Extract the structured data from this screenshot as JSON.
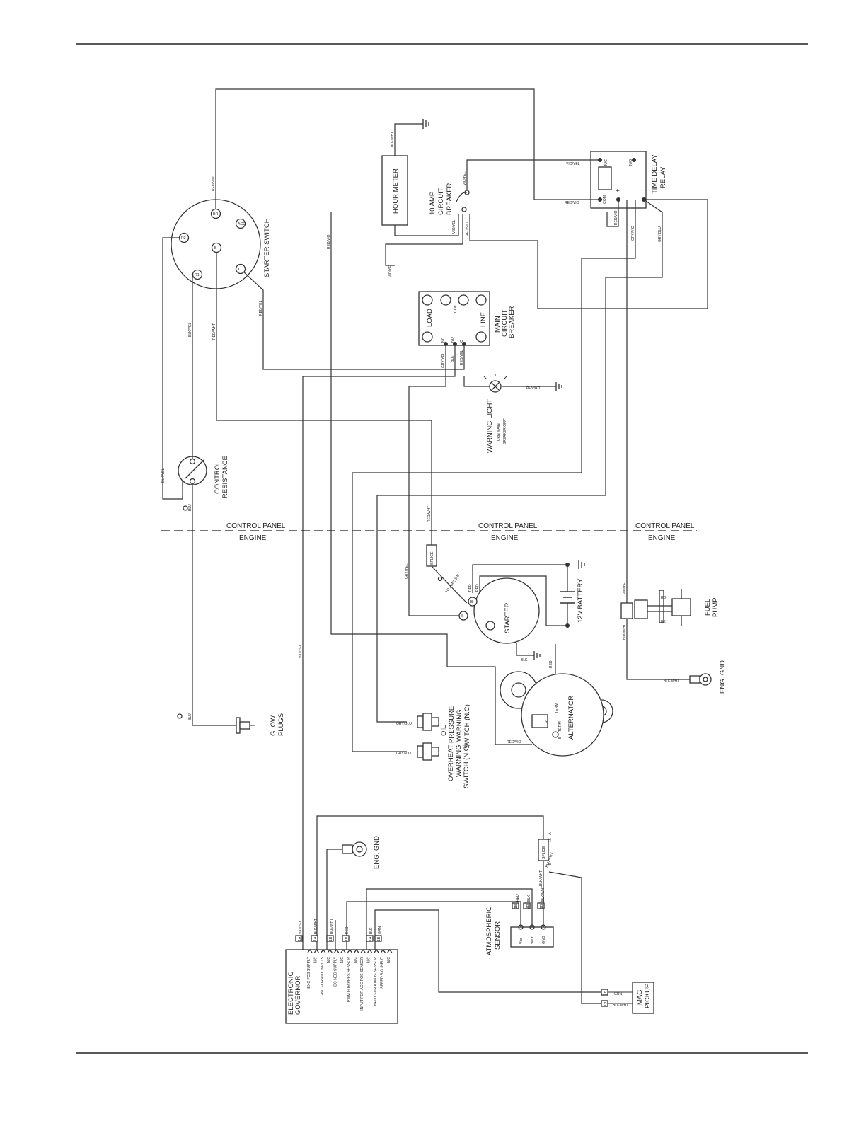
{
  "labels": {
    "starter_switch": "STARTER SWITCH",
    "hour_meter": "HOUR METER",
    "circuit_breaker_10a": [
      "10 AMP",
      "CIRCUIT",
      "BREAKER"
    ],
    "time_delay_relay": [
      "TIME DELAY",
      "RELAY"
    ],
    "main_circuit_breaker": [
      "MAIN",
      "CIRCUIT",
      "BREAKER"
    ],
    "warning_light": [
      "WARNING LIGHT",
      "\"TURN MAIN",
      "BREAKER OFF\""
    ],
    "control_resistance": [
      "CONTROL",
      "RESISTANCE"
    ],
    "twelve_v_battery": "12V BATTERY",
    "starter": "STARTER",
    "fuel_pump": [
      "FUEL",
      "PUMP"
    ],
    "eng_gnd": "ENG. GND",
    "alternator": "ALTERNATOR",
    "oil_pressure_switch": [
      "OIL",
      "PRESSURE",
      "WARNING",
      "SWITCH (N.C)"
    ],
    "overheat_switch": [
      "OVERHEAT",
      "WARNING",
      "SWITCH (N.O)"
    ],
    "glow_plugs": [
      "GLOW",
      "PLUGS"
    ],
    "atmospheric_sensor": [
      "ATMOSPHERIC",
      "SENSOR"
    ],
    "mag_pickup": [
      "MAG",
      "PICKUP"
    ],
    "electronic_governor": [
      "ELECTRONIC",
      "GOVERNOR"
    ],
    "splice": "SPLICE"
  },
  "section_divider": {
    "upper": "CONTROL PANEL",
    "lower": "ENGINE"
  },
  "switch_terminals": {
    "br": "BR",
    "r2": "R2",
    "b": "B",
    "acc": "ACC",
    "r1": "R1",
    "c": "C"
  },
  "relay_terminals": {
    "nc": "N/C",
    "no": "N/O",
    "com": "COM",
    "plus": "+",
    "minus": "−"
  },
  "breaker_terminals": {
    "load": "LOAD",
    "line": "LINE",
    "coil": "COIL",
    "nc": "NC",
    "no": "NO",
    "c": "C"
  },
  "starter_terminals": {
    "b": "B",
    "s": "S"
  },
  "alternator_terminals": {
    "r": "R",
    "b": "B",
    "term": "TERM"
  },
  "sensor_pins": {
    "vcc": "Vcc",
    "vout": "Vout",
    "gnd": "GND"
  },
  "pump_wires": {
    "rd": "RD",
    "bk": "BK"
  },
  "governor_pins": [
    "EXC POS SUPPLY",
    "N/C",
    "GND FOR AUX INPUTS",
    "N/C",
    "DC NEG SUPPLY",
    "N/C",
    "PWM FOR PRES SENSOR",
    "N/C",
    "INPUT FOR ACC POS SENSOR",
    "N/C",
    "INPUT FOR ATMOS SENSOR",
    "SPEED SIG INPUT",
    "N/C"
  ],
  "governor_wires": [
    "VIO/YEL",
    "BLK/WHT",
    "BLK/WHT",
    "RED",
    "BLK",
    "GRN"
  ],
  "wire_labels": {
    "red_vio": "RED/VIO",
    "blk_wht": "BLK/WHT",
    "vio_yel": "VIO/YEL",
    "red_yel": "RED/YEL",
    "red_wht": "RED/WHT",
    "blk_yel": "BLK/YEL",
    "blu": "BLU",
    "blk": "BLK",
    "red": "RED",
    "gry_yel": "GRY/YEL",
    "gry_vio": "GRY/VIO",
    "gry_blu": "GRY/BLU",
    "grn": "GRN",
    "to_fuel_sw": "TO FUEL SW"
  },
  "connector_tags": {
    "ta": "1A",
    "tb": "1B",
    "fifteen": "15",
    "a": "A",
    "b": "B"
  },
  "colors": {
    "line": "#333333",
    "text": "#222222",
    "background": "#ffffff"
  }
}
